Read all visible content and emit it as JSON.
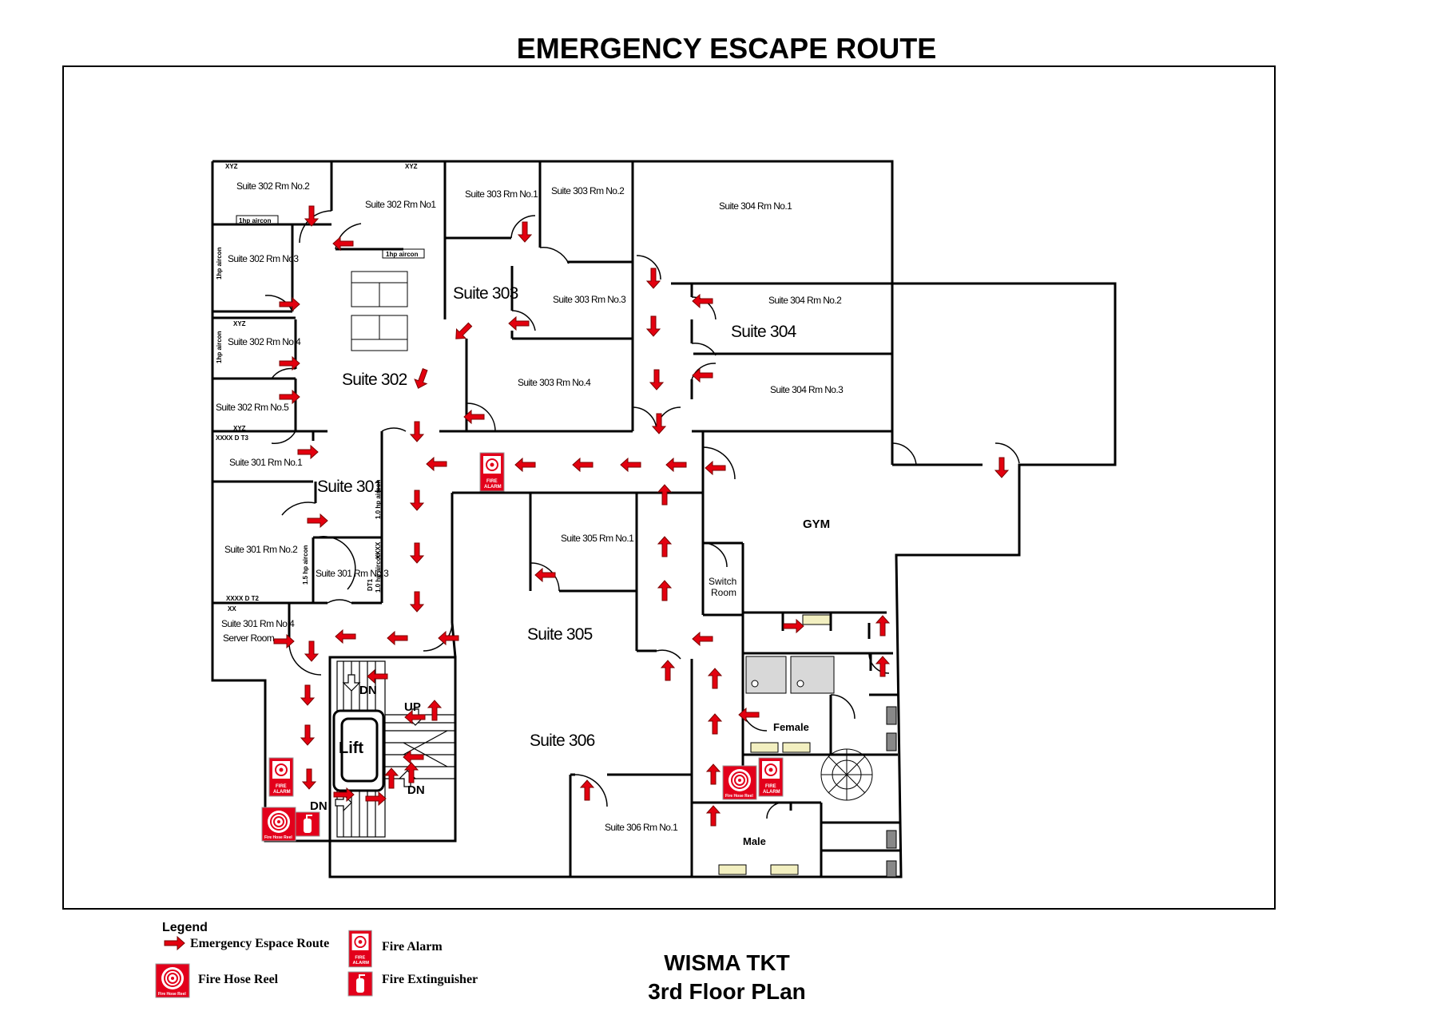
{
  "title": "EMERGENCY ESCAPE ROUTE",
  "colors": {
    "route_arrow": "#e3000f",
    "walls": "#000000",
    "fire_red": "#e3001b"
  },
  "rooms": {
    "r302_2": "Suite 302 Rm No.2",
    "r302_1": "Suite 302 Rm No1",
    "r302_3": "Suite 302 Rm No3",
    "r302_4": "Suite 302 Rm No.4",
    "r302_5": "Suite 302 Rm No.5",
    "r303_1": "Suite 303 Rm No.1",
    "r303_2": "Suite 303 Rm No.2",
    "r303_3": "Suite 303 Rm No.3",
    "r303_4": "Suite 303 Rm No.4",
    "r304_1": "Suite 304 Rm No.1",
    "r304_2": "Suite 304 Rm No.2",
    "r304_3": "Suite 304 Rm No.3",
    "r301_1": "Suite 301 Rm No.1",
    "r301_2": "Suite 301 Rm No.2",
    "r301_3": "Suite 301 Rm No.3",
    "r301_4": "Suite 301 Rm No.4",
    "server": "Server Room",
    "r305_1": "Suite 305 Rm No.1",
    "r306_1": "Suite 306 Rm No.1"
  },
  "suites": {
    "s302": "Suite 302",
    "s303": "Suite 303",
    "s304": "Suite 304",
    "s301": "Suite 301",
    "s305": "Suite 305",
    "s306": "Suite 306"
  },
  "areas": {
    "gym": "GYM",
    "switch1": "Switch",
    "switch2": "Room",
    "female": "Female",
    "male": "Male",
    "lift": "Lift",
    "up": "UP",
    "dn": "DN"
  },
  "small_labels": {
    "xyz": "XYZ",
    "xx": "XX",
    "aircon_1hp": "1hp aircon",
    "aircon_1hp_v": "1hp aircon",
    "aircon_10hp": "1.0 hp aircon",
    "aircon_15hp": "1.5 hp aircon",
    "xxxx_dt3": "XXXX D T3",
    "xxxx_dt2": "XXXX D T2",
    "xxxx": "XXXX",
    "dt1": "DT1"
  },
  "icon_text": {
    "fire_alarm_1": "FIRE",
    "fire_alarm_2": "ALARM",
    "fire_hose": "Fire Hose Reel"
  },
  "legend": {
    "title": "Legend",
    "route": "Emergency Espace Route",
    "alarm": "Fire Alarm",
    "hose": "Fire Hose Reel",
    "extinguisher": "Fire Extinguisher"
  },
  "building": {
    "name": "WISMA TKT",
    "floor": "3rd Floor PLan"
  }
}
